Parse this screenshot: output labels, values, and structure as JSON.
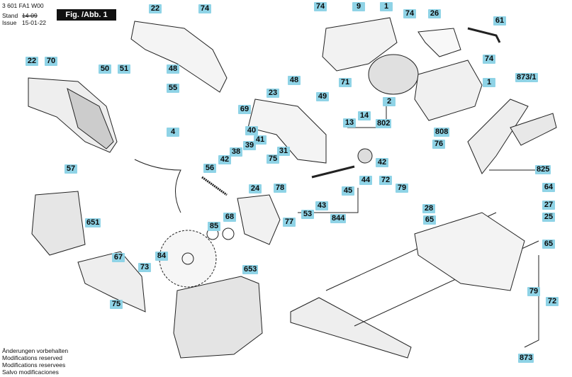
{
  "header": {
    "doc_number": "3 601 FA1 W00",
    "stand_label": "Stand",
    "stand_value": "14-09",
    "issue_label": "Issue",
    "issue_value": "15-01-22",
    "figure_label": "Fig. /Abb. 1"
  },
  "footer": {
    "lines": [
      "Änderungen vorbehalten",
      "Modifications reserved",
      "Modifications reservees",
      "Salvo modificaciones"
    ]
  },
  "part_labels": {
    "p22a": "22",
    "p74a": "74",
    "p70": "70",
    "p22b": "22",
    "p50": "50",
    "p51": "51",
    "p48a": "48",
    "p55": "55",
    "p4": "4",
    "p57": "57",
    "p74b": "74",
    "p9": "9",
    "p1a": "1",
    "p74c": "74",
    "p26": "26",
    "p61": "61",
    "p74d": "74",
    "p1b": "1",
    "p8731": "873/1",
    "p23": "23",
    "p48b": "48",
    "p49": "49",
    "p71": "71",
    "p14": "14",
    "p13": "13",
    "p2": "2",
    "p802": "802",
    "p808": "808",
    "p76": "76",
    "p69": "69",
    "p40": "40",
    "p41": "41",
    "p39": "39",
    "p38": "38",
    "p42a": "42",
    "p56": "56",
    "p31": "31",
    "p75a": "75",
    "p42b": "42",
    "p825": "825",
    "p44": "44",
    "p45": "45",
    "p43": "43",
    "p53": "53",
    "p844": "844",
    "p24": "24",
    "p78": "78",
    "p72a": "72",
    "p79a": "79",
    "p64": "64",
    "p28": "28",
    "p27": "27",
    "p25": "25",
    "p651": "651",
    "p68": "68",
    "p77": "77",
    "p85": "85",
    "p65a": "65",
    "p65b": "65",
    "p67": "67",
    "p84": "84",
    "p73": "73",
    "p653": "653",
    "p75b": "75",
    "p79b": "79",
    "p72b": "72",
    "p873": "873"
  }
}
